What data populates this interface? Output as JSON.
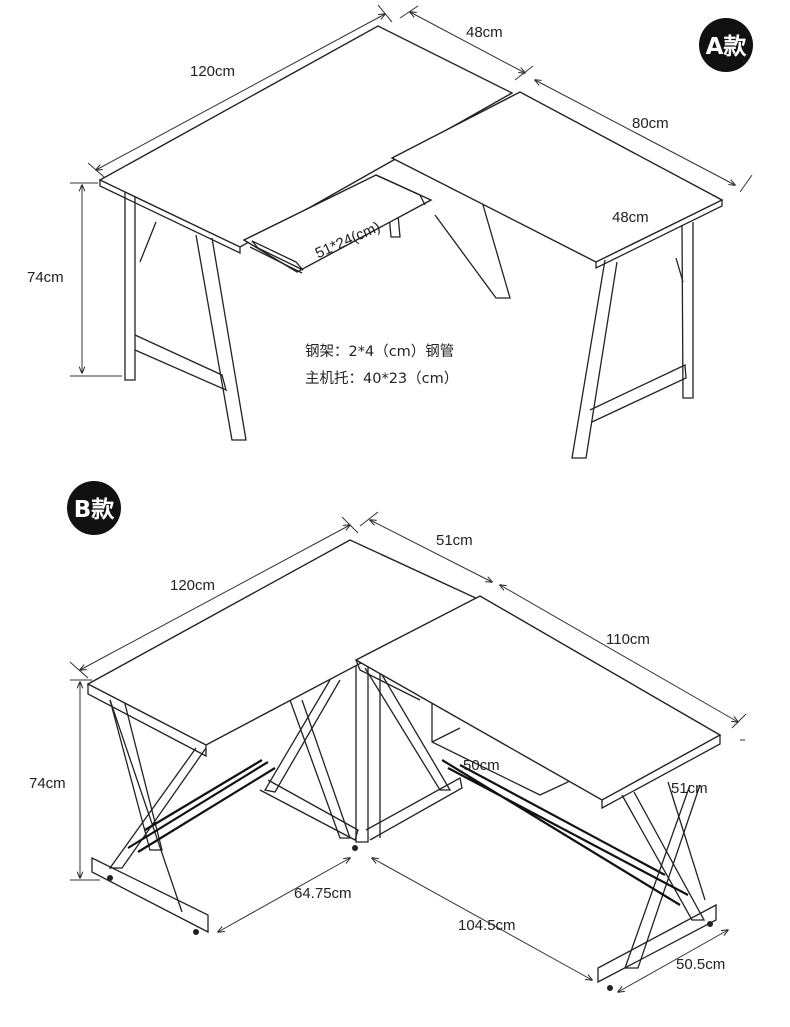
{
  "variant_a": {
    "badge": "A款",
    "dimensions": {
      "top_length": "120cm",
      "top_depth": "48cm",
      "side_length": "80cm",
      "side_depth": "48cm",
      "height": "74cm",
      "keyboard_tray": "51*24(cm)"
    },
    "notes": {
      "frame": "钢架：2*4（cm）钢管",
      "host_tray": "主机托：40*23（cm）"
    }
  },
  "variant_b": {
    "badge": "B款",
    "dimensions": {
      "top_length": "120cm",
      "top_depth": "51cm",
      "side_length": "110cm",
      "side_depth": "51cm",
      "height": "74cm",
      "tray_width": "50cm",
      "base_left": "64.75cm",
      "base_right": "104.5cm",
      "base_depth": "50.5cm"
    }
  }
}
